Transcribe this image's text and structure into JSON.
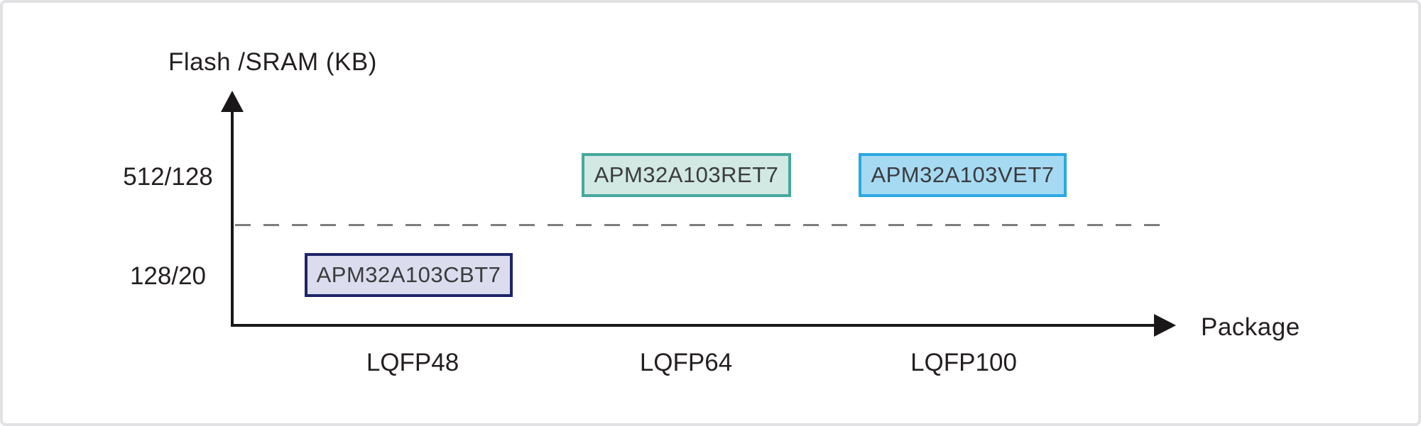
{
  "chart_data": {
    "type": "scatter",
    "title": "",
    "xlabel": "Package",
    "ylabel": "Flash /SRAM (KB)",
    "x_categories": [
      "LQFP48",
      "LQFP64",
      "LQFP100"
    ],
    "y_categories": [
      "128/20",
      "512/128"
    ],
    "grid": false,
    "legend": false,
    "annotations": [
      {
        "label": "APM32A103CBT7",
        "x": "LQFP48",
        "y": "128/20"
      },
      {
        "label": "APM32A103RET7",
        "x": "LQFP64",
        "y": "512/128"
      },
      {
        "label": "APM32A103VET7",
        "x": "LQFP100",
        "y": "512/128"
      }
    ]
  },
  "axes": {
    "y_title": "Flash /SRAM (KB)",
    "x_title": "Package",
    "y_ticks": {
      "top": "512/128",
      "bottom": "128/20"
    },
    "x_ticks": {
      "t1": "LQFP48",
      "t2": "LQFP64",
      "t3": "LQFP100"
    }
  },
  "parts": {
    "p1": {
      "label": "APM32A103CBT7",
      "fill": "#dbdcee",
      "border": "#1e2566"
    },
    "p2": {
      "label": "APM32A103RET7",
      "fill": "#d1e8e3",
      "border": "#46a89c"
    },
    "p3": {
      "label": "APM32A103VET7",
      "fill": "#a6daf3",
      "border": "#2ba8e1"
    }
  },
  "colors": {
    "axis": "#1a1718",
    "dashed_divider": "#7d7d7f",
    "text": "#231f20",
    "frame_border": "#e2e2e5",
    "background": "#ffffff"
  }
}
